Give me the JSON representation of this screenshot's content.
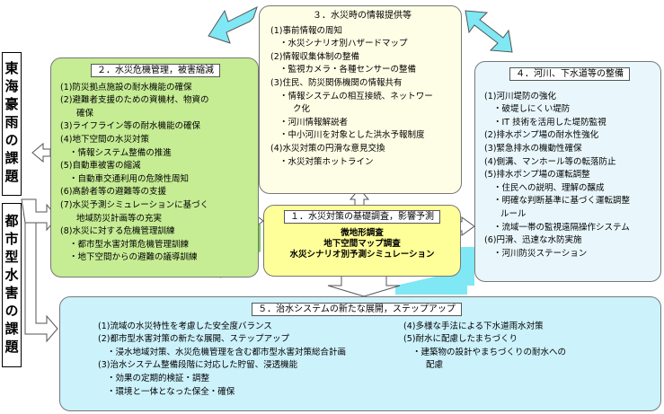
{
  "left_titles": {
    "top": "東海豪雨の課題",
    "bottom": "都市型水害の課題"
  },
  "box1": {
    "title": "１．水災対策の基礎調査，影響予測",
    "lines": [
      "微地形調査",
      "地下空間マップ調査",
      "水災シナリオ別予測シミュレーション"
    ]
  },
  "box2": {
    "title": "２．水災危機管理，被害縮減",
    "items": [
      "(1)防災拠点施設の耐水機能の確保",
      "(2)避難者支援のための資機材、物資の",
      "確保",
      "(3)ライフライン等の耐水機能の確保",
      "(4)地下空間の水災対策",
      "・情報システム整備の推進",
      "(5)自動車被害の縮減",
      "・自動車交通利用の危険性周知",
      "(6)高齢者等の避難等の支援",
      "(7)水災予測シミュレーションに基づく",
      "地域防災計画等の充実",
      "(8)水災に対する危機管理訓練",
      "・都市型水害対策危機管理訓練",
      "・地下空間からの避難の議導訓練"
    ]
  },
  "box3": {
    "title": "３．水災時の情報提供等",
    "items": [
      "(1)事前情報の周知",
      "・水災シナリオ別ハザードマップ",
      "(2)情報収集体制の整備",
      "・監視カメラ・各種センサーの整備",
      "(3)住民、防災関係機関の情報共有",
      "・情報システムの相互接続、ネットワー",
      "ク化",
      "・河川情報解説者",
      "・中小河川を対象とした洪水予報制度",
      "(4)水災対策の円滑な意見交換",
      "・水災対策ホットライン"
    ]
  },
  "box4": {
    "title": "４．河川、下水道等の整備",
    "items": [
      "(1)河川堤防の強化",
      "・破堤しにくい堤防",
      "・IT 技術を活用した堤防監視",
      "(2)排水ポンプ場の耐水性強化",
      "(3)緊急排水の機動性確保",
      "(4)側溝、マンホール等の転落防止",
      "(5)排水ポンプ場の運転調整",
      "・住民への説明、理解の醸成",
      "・明確な判断基準に基づく運転調整",
      "ルール",
      "・流域一帯の監視遠隔操作システム",
      "(6)円滑、迅速な水防実施",
      "・河川防災ステーション"
    ]
  },
  "box5": {
    "title": "５．治水システムの新たな展開，ステップアップ",
    "left_items": [
      "(1)流域の水災特性を考慮した安全度バランス",
      "(2)都市型水害対策の新たな展開、ステップアップ",
      "・浸水地域対策、水災危機管理を含む都市型水害対策総合計画",
      "(3)治水システム整備段階に対応した貯留、浸透機能",
      "・効果の定期的検証・調整",
      "・環境と一体となった保全・確保"
    ],
    "right_items": [
      "(4)多様な手法による下水道雨水対策",
      "(5)耐水に配慮したまちづくり",
      "・建築物の設計やまちづくりの耐水への",
      "配慮"
    ]
  },
  "colors": {
    "box2_fill": "#c6ec94",
    "box1_fill": "#ffff99",
    "box3_fill": "#fefee6",
    "box4_fill": "#e9f7fc",
    "box5_fill": "#ccf2fc",
    "arrow_green": "#80c856",
    "arrow_cyan": "#7fe8f4",
    "arrow_gray": "#ffffff"
  }
}
